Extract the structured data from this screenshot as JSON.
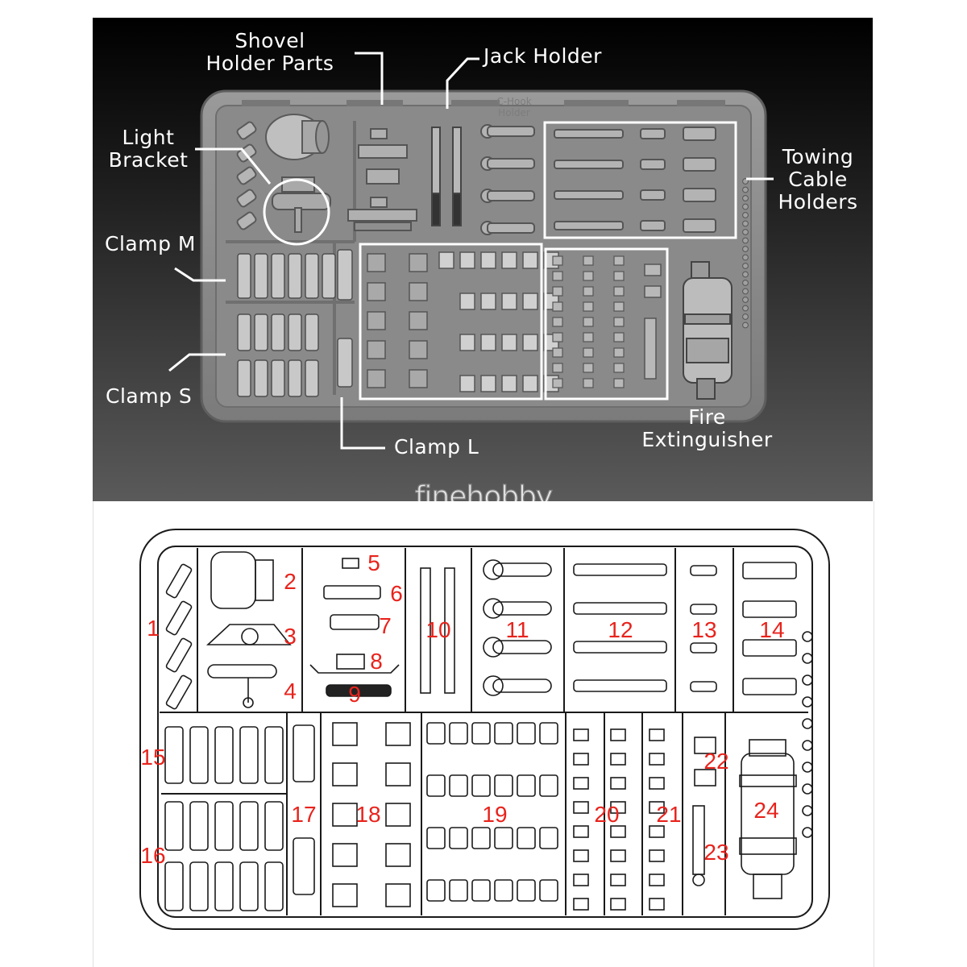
{
  "top_labels": {
    "shovel_holder": [
      "Shovel",
      "Holder Parts"
    ],
    "jack_holder": "Jack Holder",
    "c_hook_holder": [
      "C-Hook",
      "Holder"
    ],
    "light_bracket": [
      "Light",
      "Bracket"
    ],
    "towing_cable": [
      "Towing",
      "Cable",
      "Holders"
    ],
    "clamp_m": "Clamp M",
    "clamp_s": "Clamp S",
    "clamp_l": "Clamp L",
    "fire_extinguisher": [
      "Fire",
      "Extinguisher"
    ]
  },
  "logo": "finehobby",
  "part_numbers": [
    "1",
    "2",
    "3",
    "4",
    "5",
    "6",
    "7",
    "8",
    "9",
    "10",
    "11",
    "12",
    "13",
    "14",
    "15",
    "16",
    "17",
    "18",
    "19",
    "20",
    "21",
    "22",
    "23",
    "24"
  ],
  "colors": {
    "label": "#ffffff",
    "number": "#e8231c",
    "plastic": "#8c8c8c",
    "line": "#1a1a1a"
  }
}
